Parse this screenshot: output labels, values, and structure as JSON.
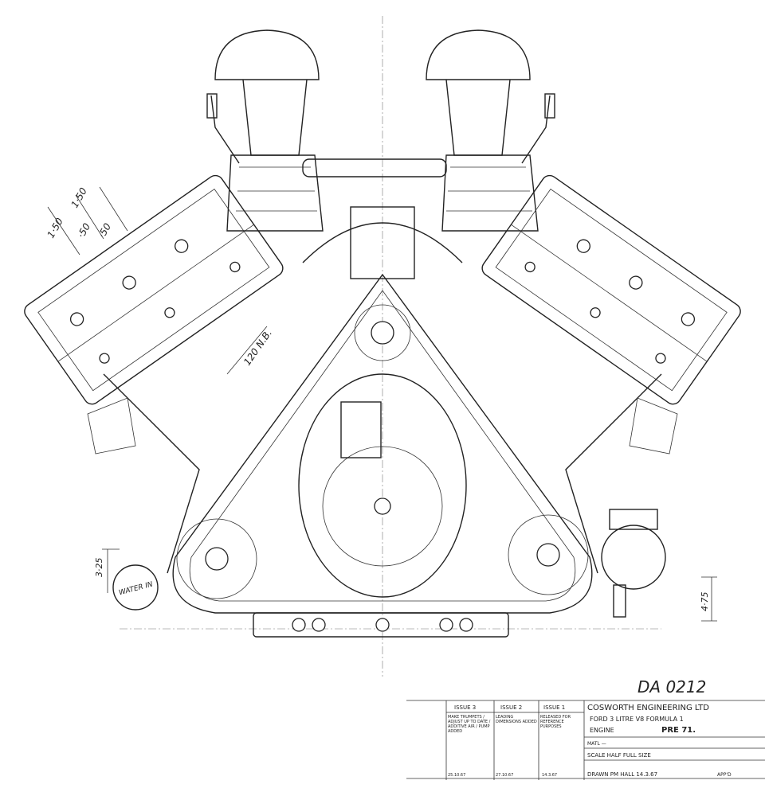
{
  "drawing": {
    "number": "DA 0212",
    "dimensions": {
      "d1": "1·50",
      "d2": "1·50",
      "d3": "·50",
      "d4": "·50",
      "bore": "120 N.B.",
      "left_height": "3·25",
      "right_height": "4·75"
    },
    "labels": {
      "water_in": "WATER IN"
    }
  },
  "title_block": {
    "company": "COSWORTH ENGINEERING LTD",
    "title_line1": "FORD 3 LITRE V8 FORMULA 1",
    "title_line2": "ENGINE",
    "ref": "PRE 71.",
    "material": "MATL —",
    "scale": "SCALE   HALF FULL SIZE",
    "drawn": "DRAWN  PM HALL  14.3.67",
    "approved": "APP'D",
    "issues": [
      {
        "label": "ISSUE 3",
        "note": "MAKE TRUMPETS / ADJUST UP TO DATE / ADDITIVE AIR / PUMP ADDED",
        "date": "25.10.67"
      },
      {
        "label": "ISSUE 2",
        "note": "LEADING DIMENSIONS ADDED",
        "date": "27.10.67"
      },
      {
        "label": "ISSUE 1",
        "note": "RELEASED FOR REFERENCE PURPOSES",
        "date": "14.3.67"
      }
    ]
  }
}
